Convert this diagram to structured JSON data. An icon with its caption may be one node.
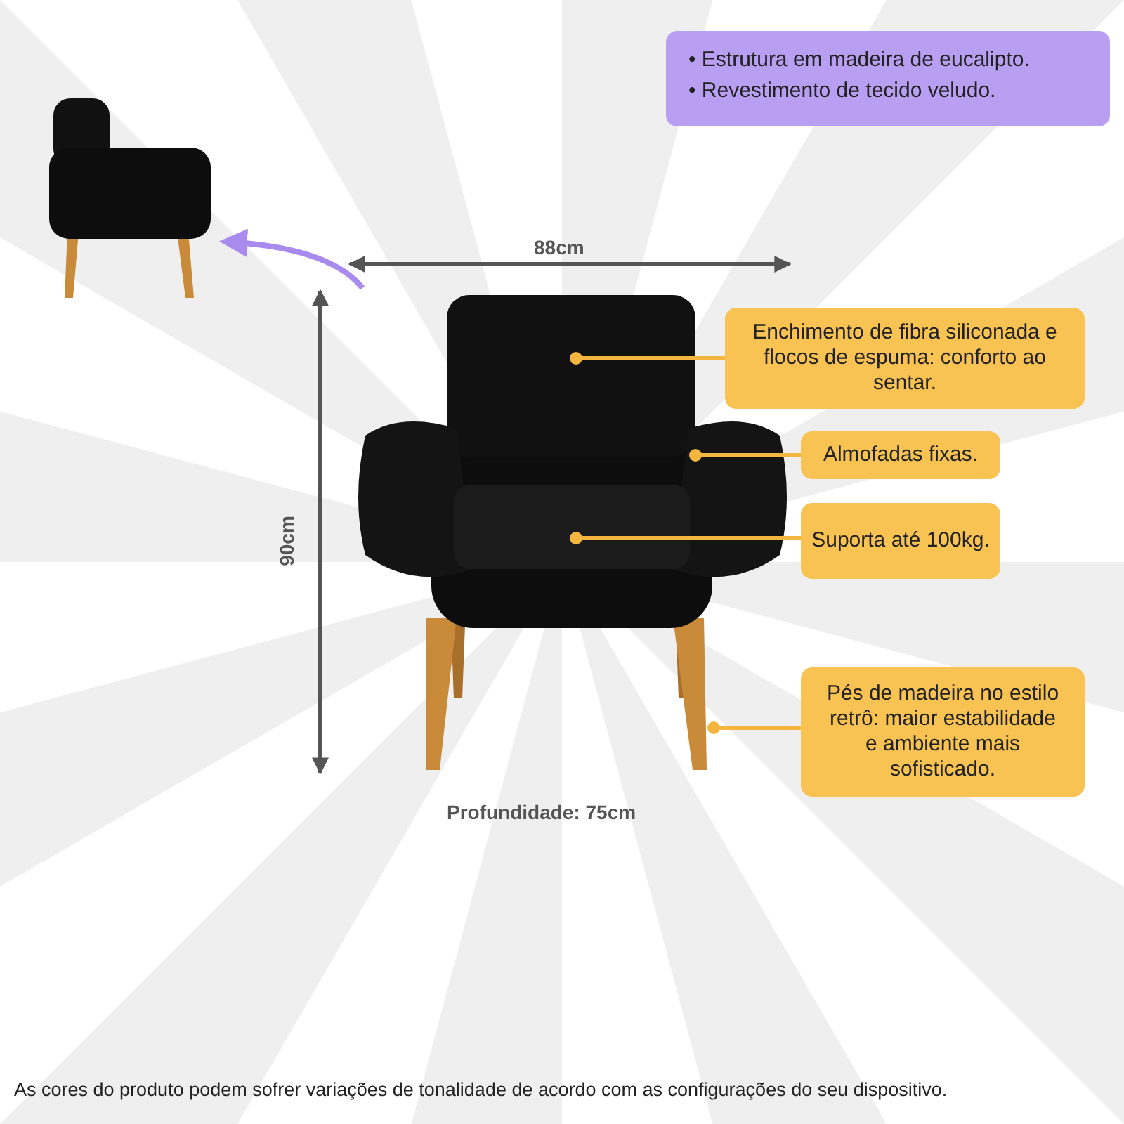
{
  "diagram": {
    "nodes": [
      {
        "text": [
          "• Estrutura em madeira de eucalipto.",
          "• Revestimento de tecido veludo."
        ]
      },
      {
        "text": [],
        "shape": "picture"
      },
      {
        "text": [],
        "shape": "picture"
      },
      {
        "text": [
          "Enchimento de fibra siliconada e flocos de espuma: conforto ao sentar."
        ]
      },
      {
        "text": [
          "Almofadas fixas."
        ]
      },
      {
        "text": [
          "Suporta até 100kg."
        ]
      },
      {
        "text": [
          "Pés de madeira no estilo retrô: maior estabilidade e ambiente mais sofisticado."
        ]
      }
    ],
    "edges": [
      {
        "from": 1,
        "to": 2,
        "arrow": "to",
        "color": "#a98bf0"
      },
      {
        "from": 3,
        "to": 1,
        "arrow": "other"
      },
      {
        "from": 4,
        "to": 1,
        "arrow": "other"
      },
      {
        "from": 5,
        "to": 1,
        "arrow": "other"
      },
      {
        "from": 6,
        "to": 1,
        "arrow": "other"
      }
    ],
    "labels": [
      "88cm",
      "90cm",
      "Profundidade: 75cm",
      "As cores do produto podem sofrer variações de tonalidade de acordo com as configurações do seu dispositivo."
    ]
  }
}
